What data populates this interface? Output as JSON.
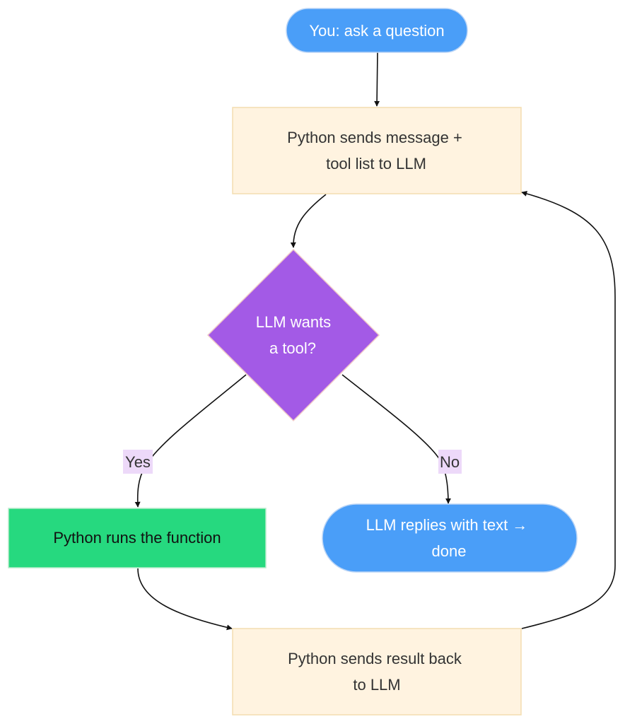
{
  "nodes": {
    "start": {
      "lines": [
        "You: ask a question"
      ]
    },
    "send_message": {
      "lines": [
        "Python sends message +",
        "tool list to LLM"
      ]
    },
    "decision": {
      "lines": [
        "LLM wants",
        "a tool?"
      ]
    },
    "run_function": {
      "lines": [
        "Python runs the function"
      ]
    },
    "reply_done": {
      "lines": [
        "LLM replies with text →",
        "done"
      ]
    },
    "send_result": {
      "lines": [
        "Python sends result back",
        "to LLM"
      ]
    }
  },
  "edges": {
    "yes_label": "Yes",
    "no_label": "No"
  },
  "colors": {
    "terminal_fill": "#4a9ef8",
    "terminal_stroke": "#b9d4f6",
    "process_fill": "#fff3e0",
    "process_stroke": "#f3ddb0",
    "decision_fill": "#a35ae6",
    "decision_stroke": "#f0c8c8",
    "action_fill": "#26d97f",
    "action_stroke": "#b8eccc",
    "label_bg": "#edd9f9",
    "dark_text": "#333333",
    "light_text": "#ffffff"
  }
}
